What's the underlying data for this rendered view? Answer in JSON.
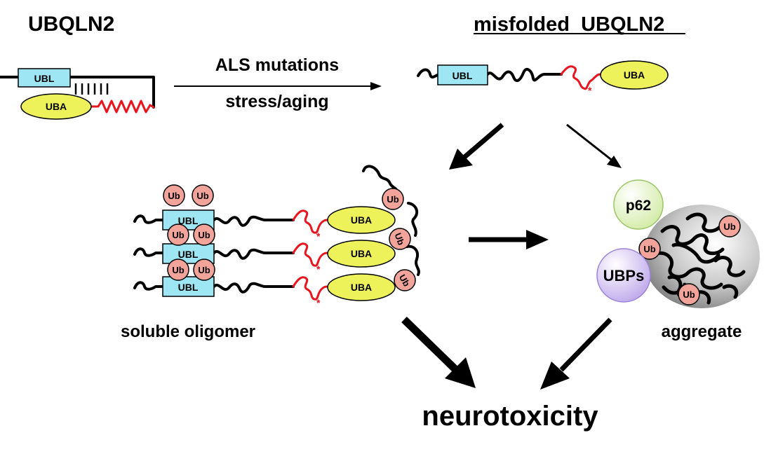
{
  "labels": {
    "ubqln2": "UBQLN2",
    "misfolded": "misfolded  UBQLN2",
    "arrow_top": "ALS mutations",
    "arrow_bottom": "stress/aging",
    "oligomer": "soluble oligomer",
    "aggregate": "aggregate",
    "neurotoxicity": "neurotoxicity"
  },
  "domains": {
    "ubl": "UBL",
    "uba": "UBA",
    "ub": "Ub",
    "p62": "p62",
    "ubps": "UBPs"
  },
  "colors": {
    "ubl_fill": "#9fe6f5",
    "uba_fill": "#eef25a",
    "ub_fill": "#f2a49a",
    "p62_fill": "#e6f5c8",
    "ubps_fill": "#d8c6f2",
    "aggregate_fill": "#c8c8c8",
    "linker_red": "#e8141e"
  }
}
